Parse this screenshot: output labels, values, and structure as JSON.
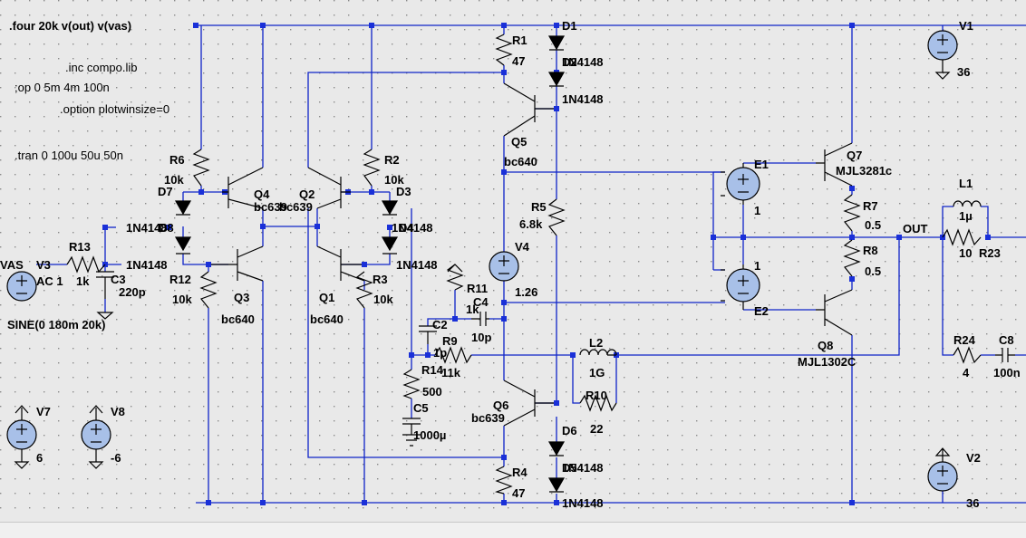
{
  "directives": {
    "four": ".four 20k v(out) v(vas)",
    "inc": ".inc compo.lib",
    "op": ";op 0 5m 4m 100n",
    "option": ".option plotwinsize=0",
    "tran": ".tran 0 100u 50u 50n"
  },
  "components": {
    "r1": {
      "name": "R1",
      "value": "47"
    },
    "r2": {
      "name": "R2",
      "value": "10k"
    },
    "r3": {
      "name": "R3",
      "value": "10k"
    },
    "r4": {
      "name": "R4",
      "value": "47"
    },
    "r5": {
      "name": "R5",
      "value": "6.8k"
    },
    "r6": {
      "name": "R6",
      "value": "10k"
    },
    "r7": {
      "name": "R7",
      "value": "0.5"
    },
    "r8": {
      "name": "R8",
      "value": "0.5"
    },
    "r9": {
      "name": "R9",
      "value": "11k"
    },
    "r10": {
      "name": "R10",
      "value": "22"
    },
    "r11": {
      "name": "R11",
      "value": "1k"
    },
    "r12": {
      "name": "R12",
      "value": "10k"
    },
    "r13": {
      "name": "R13",
      "value": "1k"
    },
    "r14": {
      "name": "R14",
      "value": "500"
    },
    "r23": {
      "name": "R23",
      "value": "10"
    },
    "r24": {
      "name": "R24",
      "value": "4"
    },
    "c2": {
      "name": "C2",
      "value": "1p"
    },
    "c3": {
      "name": "C3",
      "value": "220p"
    },
    "c4": {
      "name": "C4",
      "value": "10p"
    },
    "c5": {
      "name": "C5",
      "value": "1000µ"
    },
    "c8": {
      "name": "C8",
      "value": "100n"
    },
    "l1": {
      "name": "L1",
      "value": "1µ"
    },
    "l2": {
      "name": "L2",
      "value": "1G"
    },
    "d1": {
      "name": "D1",
      "value": "1N4148"
    },
    "d2": {
      "name": "D2",
      "value": "1N4148"
    },
    "d3": {
      "name": "D3",
      "value": "1N4148"
    },
    "d4": {
      "name": "D4",
      "value": "1N4148"
    },
    "d5": {
      "name": "D5",
      "value": "1N4148"
    },
    "d6": {
      "name": "D6",
      "value": "1N4148"
    },
    "d7": {
      "name": "D7",
      "value": "1N4148"
    },
    "d8": {
      "name": "D8",
      "value": "1N4148"
    },
    "q1": {
      "name": "Q1",
      "model": "bc640"
    },
    "q2": {
      "name": "Q2",
      "model": "bc639"
    },
    "q3": {
      "name": "Q3",
      "model": "bc640"
    },
    "q4": {
      "name": "Q4",
      "model": "bc639"
    },
    "q5": {
      "name": "Q5",
      "model": "bc640"
    },
    "q6": {
      "name": "Q6",
      "model": "bc639"
    },
    "q7": {
      "name": "Q7",
      "model": "MJL3281c"
    },
    "q8": {
      "name": "Q8",
      "model": "MJL1302C"
    },
    "e1": {
      "name": "E1",
      "value": "1"
    },
    "e2": {
      "name": "E2",
      "value": "1"
    },
    "v1": {
      "name": "V1",
      "value": "36"
    },
    "v2": {
      "name": "V2",
      "value": "36"
    },
    "v3": {
      "name": "V3",
      "ac": "AC 1",
      "sine": "SINE(0 180m 20k)"
    },
    "v4": {
      "name": "V4",
      "value": "1.26"
    },
    "v7": {
      "name": "V7",
      "value": "6"
    },
    "v8": {
      "name": "V8",
      "value": "-6"
    }
  },
  "net_labels": {
    "vas": "VAS",
    "out": "OUT"
  },
  "colors": {
    "wire": "#0f24c8",
    "junction": "#1a30d8",
    "source_fill": "#a8c0e8",
    "background": "#e9e9e9"
  }
}
